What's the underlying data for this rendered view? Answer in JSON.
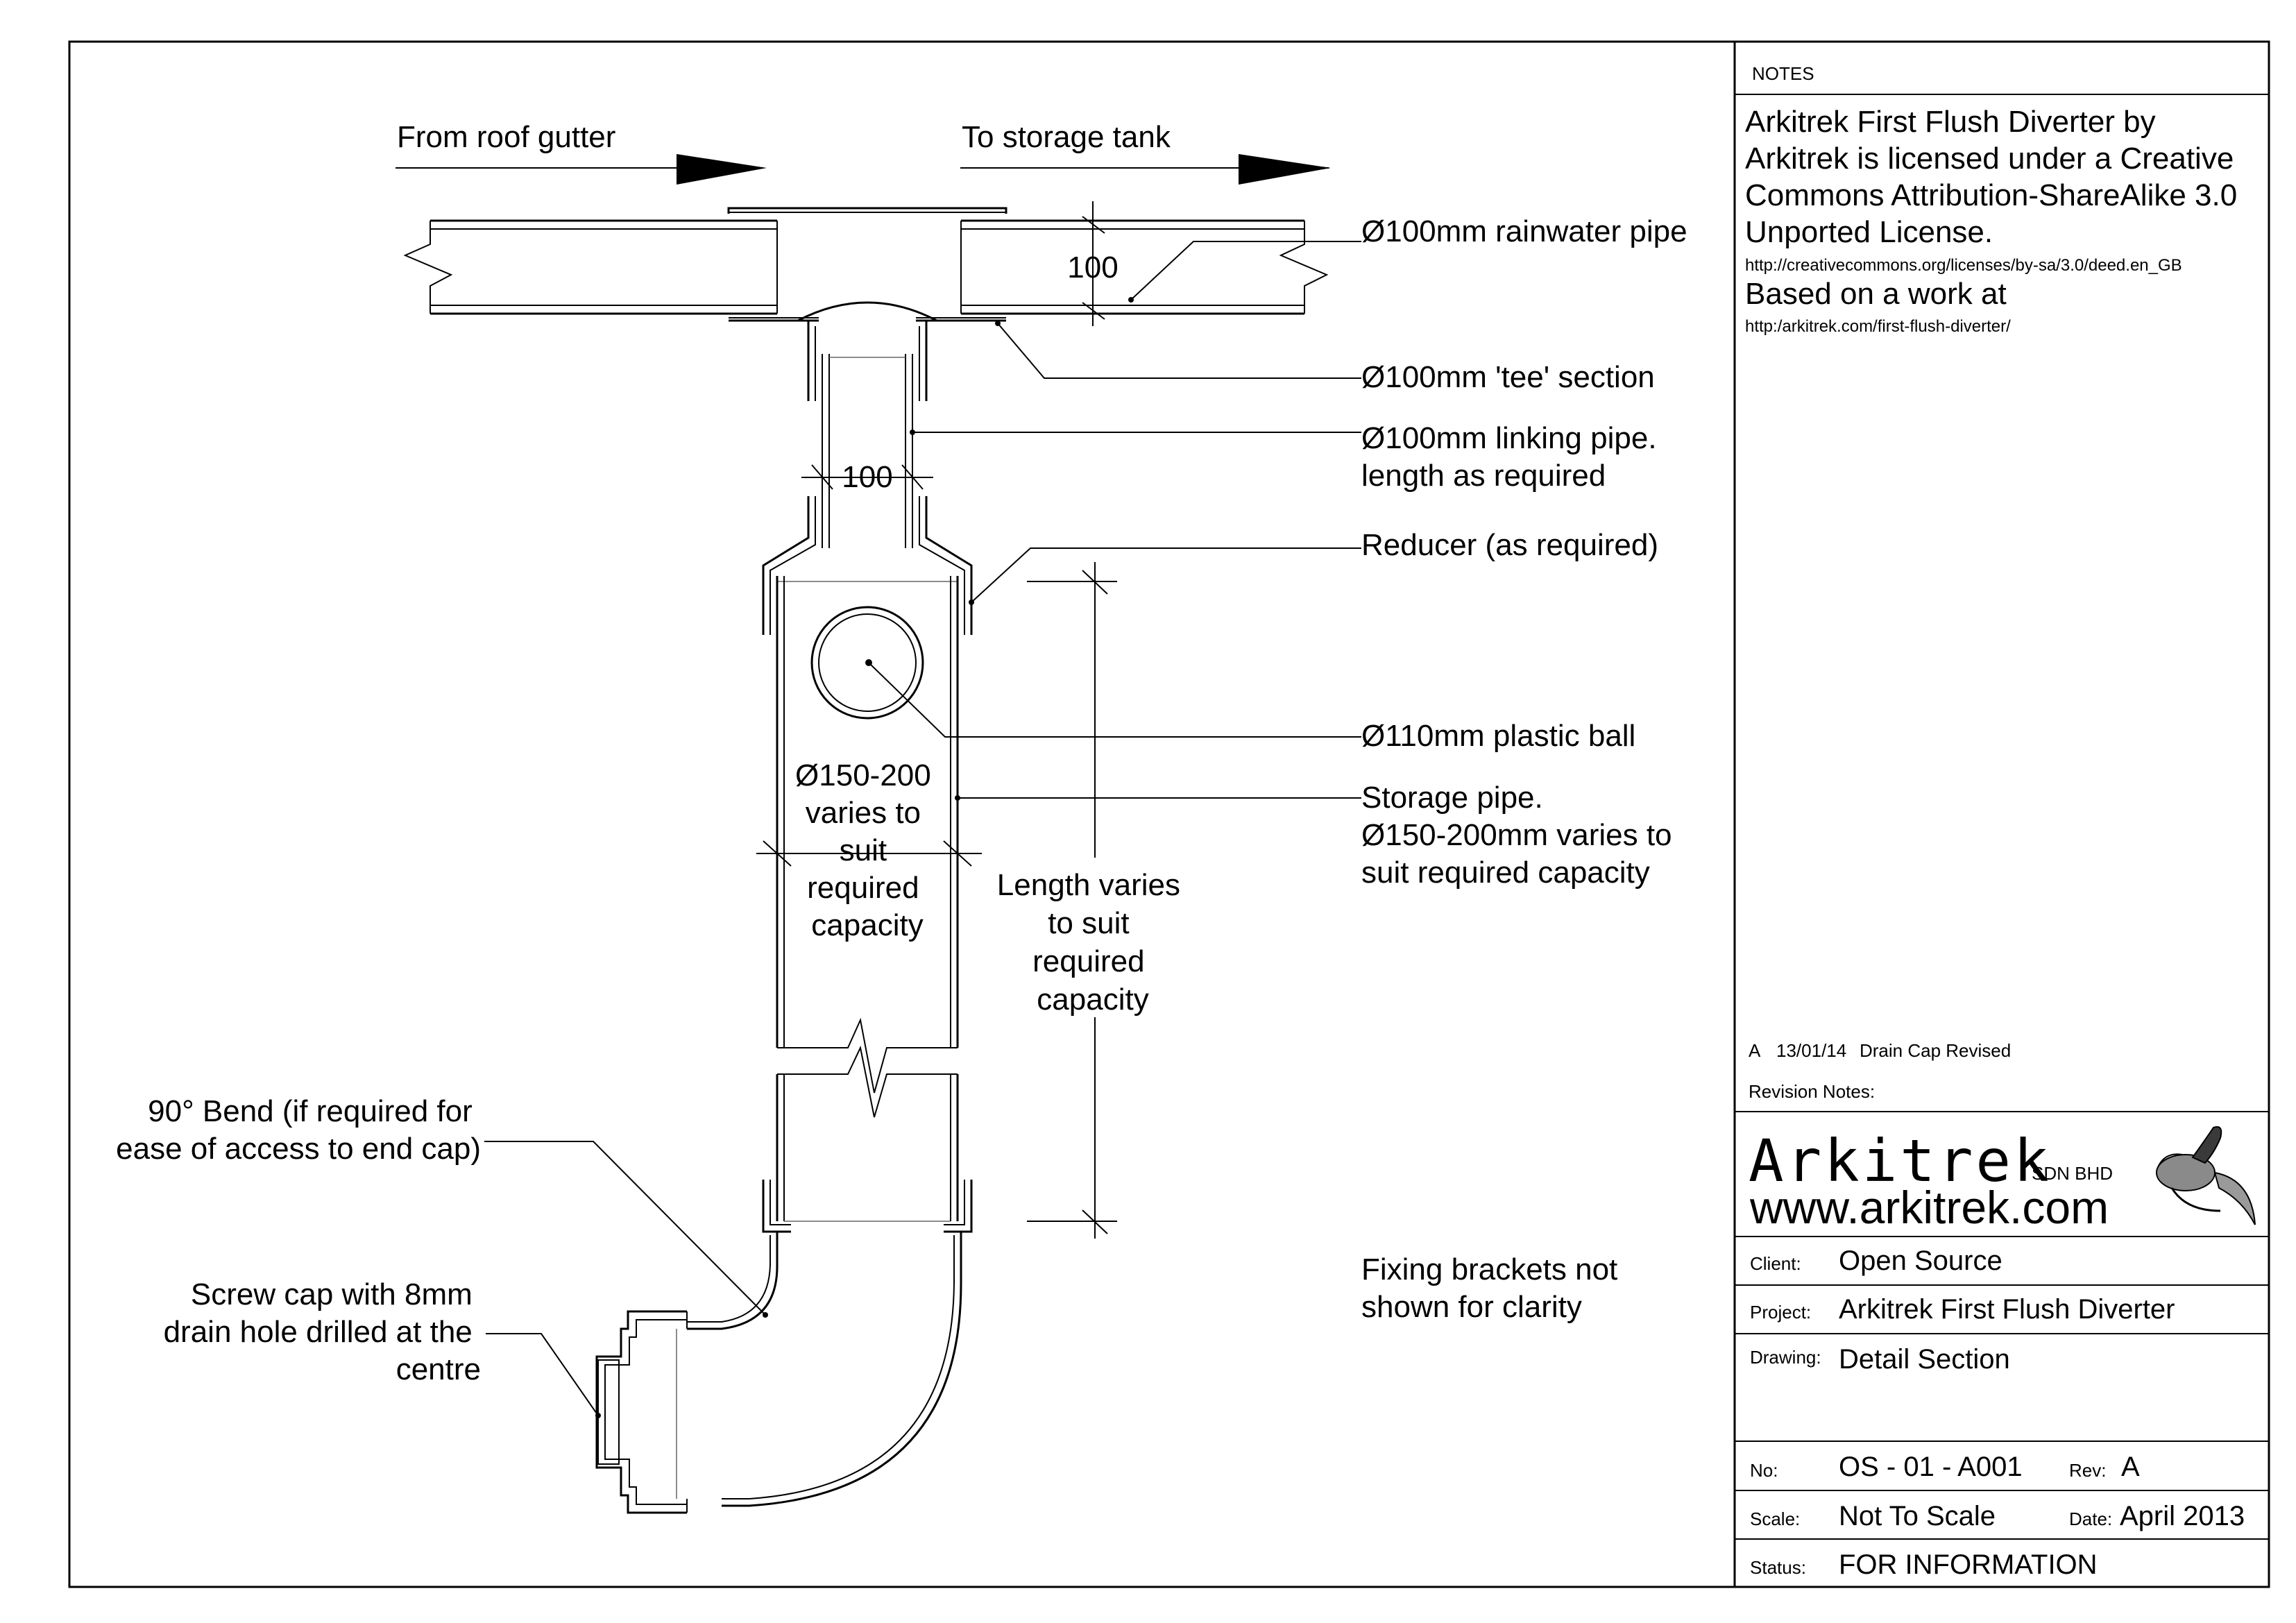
{
  "flow": {
    "from_label": "From roof gutter",
    "to_label": "To storage tank"
  },
  "dimensions": {
    "rainwater_pipe": "100",
    "linking_pipe": "100",
    "storage_pipe": [
      "Ø150-200",
      "varies to",
      "suit",
      "required",
      "capacity"
    ],
    "length": [
      "Length varies",
      "to suit",
      "required",
      "capacity"
    ]
  },
  "callouts": {
    "rainwater_pipe": "Ø100mm rainwater pipe",
    "tee_section": "Ø100mm 'tee' section",
    "linking_pipe": [
      "Ø100mm linking pipe.",
      "length as required"
    ],
    "reducer": "Reducer (as required)",
    "plastic_ball": "Ø110mm plastic ball",
    "storage_pipe": [
      "Storage pipe.",
      "Ø150-200mm varies to",
      "suit required capacity"
    ],
    "bend": [
      "90° Bend (if required for",
      "ease of access to end cap)"
    ],
    "screw_cap": [
      "Screw cap with 8mm",
      "drain hole drilled at the",
      "centre"
    ],
    "brackets_note": [
      "Fixing brackets not",
      "shown for clarity"
    ]
  },
  "title_block": {
    "notes_heading": "NOTES",
    "license_text": [
      "Arkitrek First Flush Diverter by",
      "Arkitrek is licensed under a Creative",
      "Commons Attribution-ShareAlike 3.0",
      "Unported License."
    ],
    "license_url": "http://creativecommons.org/licenses/by-sa/3.0/deed.en_GB",
    "based_on": "Based on a work at",
    "based_on_url": "http:/arkitrek.com/first-flush-diverter/",
    "revision_line": {
      "rev": "A",
      "date": "13/01/14",
      "note": "Drain Cap Revised"
    },
    "revision_notes_label": "Revision Notes:",
    "company": "Arkitrek",
    "company_suffix": "SDN  BHD",
    "website": "www.arkitrek.com",
    "client_label": "Client:",
    "client_value": "Open Source",
    "project_label": "Project:",
    "project_value": "Arkitrek First Flush Diverter",
    "drawing_label": "Drawing:",
    "drawing_value": "Detail Section",
    "no_label": "No:",
    "no_value": "OS - 01 - A001",
    "rev_label": "Rev:",
    "rev_value": "A",
    "scale_label": "Scale:",
    "scale_value": "Not To Scale",
    "date_label": "Date:",
    "date_value": "April 2013",
    "status_label": "Status:",
    "status_value": "FOR INFORMATION"
  },
  "icons": {
    "logo": "bird-logo-icon",
    "flow_arrow": "arrow-right-icon"
  }
}
